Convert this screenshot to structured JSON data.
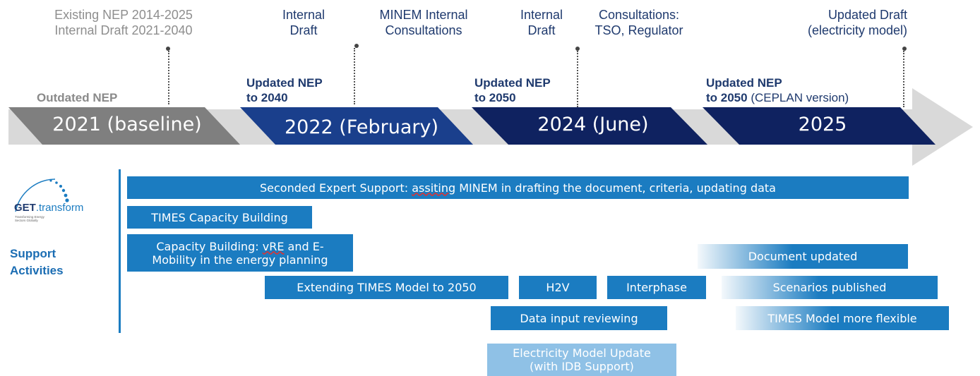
{
  "top_notes": {
    "existing_line1": "Existing NEP 2014-2025",
    "existing_line2": "Internal Draft 2021-2040",
    "internal_draft_1_line1": "Internal",
    "internal_draft_1_line2": "Draft",
    "minem_line1": "MINEM Internal",
    "minem_line2": "Consultations",
    "internal_draft_2_line1": "Internal",
    "internal_draft_2_line2": "Draft",
    "consult_line1": "Consultations:",
    "consult_line2": "TSO, Regulator",
    "updated_draft_line1": "Updated Draft",
    "updated_draft_line2": "(electricity model)"
  },
  "nep_labels": {
    "outdated": "Outdated NEP",
    "nep2040_line1": "Updated NEP",
    "nep2040_line2": "to 2040",
    "nep2050_line1": "Updated NEP",
    "nep2050_line2": "to 2050",
    "nep2050c_line1": "Updated NEP",
    "nep2050c_line2_bold": "to 2050",
    "nep2050c_line2_normal": " (CEPLAN version)"
  },
  "phases": [
    "2021 (baseline)",
    "2022 (February)",
    "2024 (June)",
    "2025"
  ],
  "colors": {
    "grey": "#7f7f7f",
    "blue_mid": "#1a3f8c",
    "blue_dark": "#0f2260",
    "bar": "#1b7cc1",
    "bar_light": "#8fc1e6",
    "arrow": "#d9d9d9"
  },
  "logo": {
    "brand_bold": "GET",
    "brand_rest": ".transform",
    "tagline_line1": "Transforming Energy",
    "tagline_line2": "Sectors Globally"
  },
  "support_label_line1": "Support",
  "support_label_line2": "Activities",
  "activities": {
    "seconded": {
      "before": "Seconded Expert Support: ",
      "underlined": "assiting",
      "after": " MINEM in drafting the document, criteria, updating data"
    },
    "times_cb": "TIMES Capacity Building",
    "cb_vre_line1_before": "Capacity Building: ",
    "cb_vre_underlined": "vRE",
    "cb_vre_line1_after": " and E-",
    "cb_vre_line2": "Mobility in the energy planning",
    "extending": "Extending TIMES Model to 2050",
    "h2v": "H2V",
    "interphase": "Interphase",
    "data_input": "Data input reviewing",
    "elec_line1": "Electricity Model Update",
    "elec_line2": "(with IDB Support)",
    "doc_updated": "Document updated",
    "scenarios": "Scenarios published",
    "times_flexible": "TIMES Model more flexible"
  }
}
